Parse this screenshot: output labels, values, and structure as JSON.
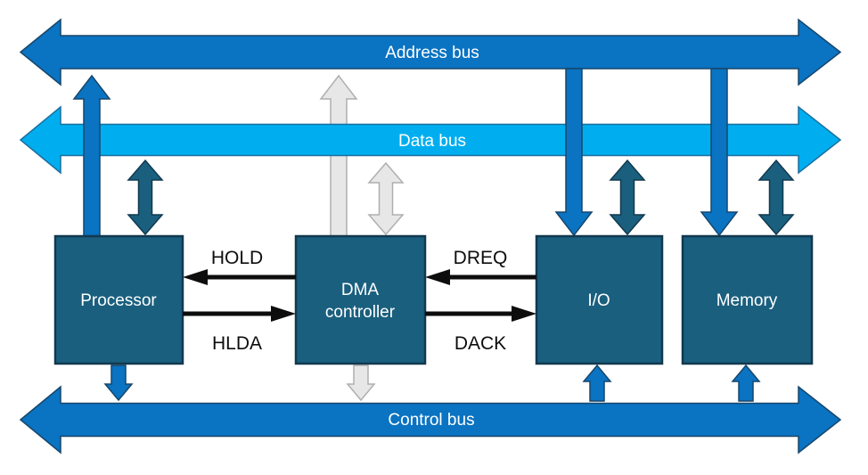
{
  "buses": {
    "address": {
      "label": "Address bus"
    },
    "data": {
      "label": "Data bus"
    },
    "control": {
      "label": "Control bus"
    }
  },
  "blocks": {
    "processor": {
      "label": "Processor"
    },
    "dma": {
      "label_line1": "DMA",
      "label_line2": "controller"
    },
    "io": {
      "label": "I/O"
    },
    "memory": {
      "label": "Memory"
    }
  },
  "signals": {
    "hold": "HOLD",
    "hlda": "HLDA",
    "dreq": "DREQ",
    "dack": "DACK"
  },
  "colors": {
    "bus_blue": "#0a73c2",
    "bus_blue_stroke": "#17466b",
    "bus_light_blue": "#00aeef",
    "bus_light_blue_stroke": "#1a6f9f",
    "block_teal": "#1a5f7e",
    "block_teal_stroke": "#11394f",
    "arrow_blue": "#0a73c2",
    "arrow_gray": "#e8e7e7",
    "arrow_gray_stroke": "#b0aeae",
    "signal_black": "#0d0d0d",
    "label_white": "#ffffff"
  }
}
